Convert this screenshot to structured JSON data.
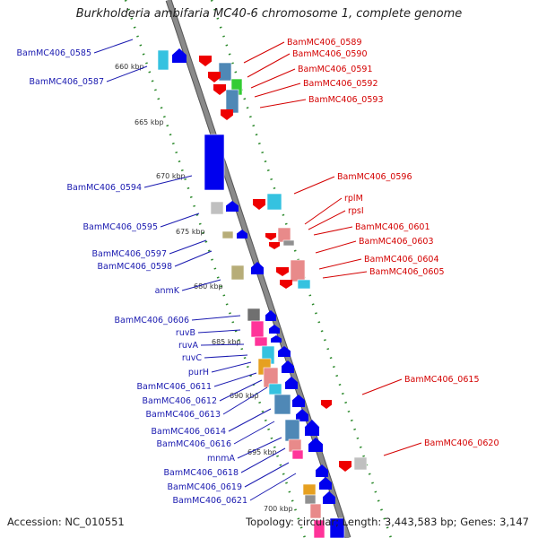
{
  "title": "Burkholderia ambifaria MC40-6 chromosome 1, complete genome",
  "footer": {
    "accession": "Accession: NC_010551",
    "topology": "Topology: circular; Length: 3,443,583 bp; Genes: 3,147"
  },
  "colors": {
    "left_label": "#1a1ab0",
    "right_label": "#d40000",
    "backbone": "#8a8a8a",
    "dotted_track": "#2e8b2e",
    "forward_arrow": "#0000ee",
    "reverse_arrow": "#ee0000"
  },
  "kbp_ticks": [
    "660 kbp",
    "665 kbp",
    "670 kbp",
    "675 kbp",
    "680 kbp",
    "685 kbp",
    "690 kbp",
    "695 kbp",
    "700 kbp"
  ],
  "left_labels": [
    "BamMC406_0585",
    "BamMC406_0587",
    "BamMC406_0594",
    "BamMC406_0595",
    "BamMC406_0597",
    "BamMC406_0598",
    "anmK",
    "BamMC406_0606",
    "ruvB",
    "ruvA",
    "ruvC",
    "purH",
    "BamMC406_0611",
    "BamMC406_0612",
    "BamMC406_0613",
    "BamMC406_0614",
    "BamMC406_0616",
    "mnmA",
    "BamMC406_0618",
    "BamMC406_0619",
    "BamMC406_0621"
  ],
  "right_labels": [
    "BamMC406_0589",
    "BamMC406_0590",
    "BamMC406_0591",
    "BamMC406_0592",
    "BamMC406_0593",
    "BamMC406_0596",
    "rplM",
    "rpsI",
    "BamMC406_0601",
    "BamMC406_0603",
    "BamMC406_0604",
    "BamMC406_0605",
    "BamMC406_0615",
    "BamMC406_0620"
  ]
}
